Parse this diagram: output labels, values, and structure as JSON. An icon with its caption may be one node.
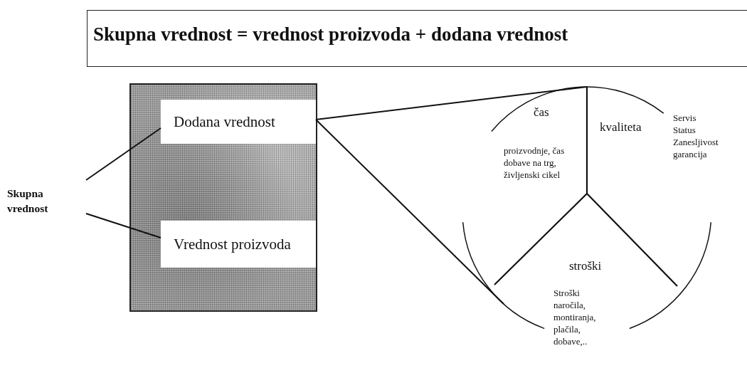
{
  "diagram": {
    "title": "Skupna vrednost = vrednost proizvoda + dodana vrednost",
    "nodes": [
      {
        "text": [],
        "shape": "box"
      },
      {
        "text": [
          "Dodana vrednost"
        ],
        "in": 0
      },
      {
        "text": [
          "Vrednost proizvoda"
        ],
        "in": 0
      },
      {
        "text": [
          "Skupna vrednost"
        ]
      },
      {
        "text": [],
        "shape": "circle"
      }
    ],
    "edges": [
      {
        "from": 3,
        "to": 1,
        "arrow": "none"
      },
      {
        "from": 3,
        "to": 2,
        "arrow": "none"
      },
      {
        "from": 1,
        "to": 4,
        "arrow": "none"
      },
      {
        "from": 1,
        "to": 4,
        "arrow": "none"
      }
    ],
    "labels": [
      "proizvodnje, čas dobave na trg, življenski cikel",
      "čas",
      "kvaliteta",
      "Servis",
      "Status",
      "Zanesljivost",
      "garancija",
      "stroški",
      "Stroški naročila, montiranja, plačila, dobave,.."
    ]
  }
}
